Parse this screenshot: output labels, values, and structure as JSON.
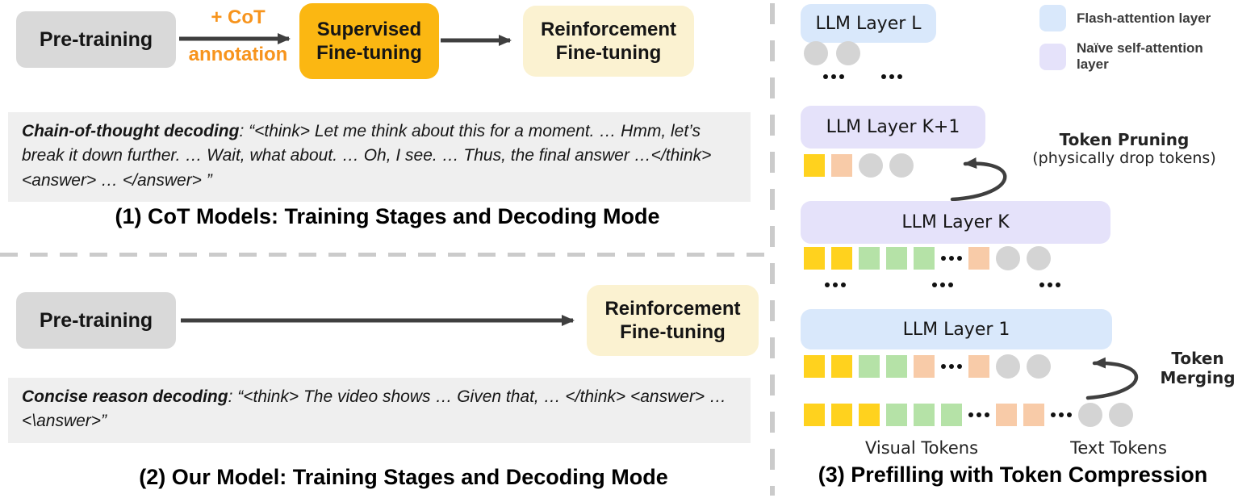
{
  "left_panel": {
    "top_flow": {
      "pretraining": "Pre-training",
      "arrow_label_top": "+ CoT",
      "arrow_label_bottom": "annotation",
      "sft": "Supervised Fine-tuning",
      "rft": "Reinforcement Fine-tuning"
    },
    "cot_decoding": {
      "label": "Chain-of-thought decoding",
      "text": ": “<think> Let me think about this for a moment. … Hmm, let’s break it down further. … Wait, what about. … Oh, I see. … Thus, the final answer …</think> <answer> … </answer> ”"
    },
    "caption1": "(1) CoT Models: Training Stages and Decoding Mode",
    "bottom_flow": {
      "pretraining": "Pre-training",
      "rft": "Reinforcement Fine-tuning"
    },
    "concise_decoding": {
      "label": "Concise reason decoding",
      "text": ": “<think> The video shows … Given that, … </think> <answer> … <\\answer>”"
    },
    "caption2": "(2) Our Model: Training Stages and Decoding Mode"
  },
  "right_panel": {
    "layers": {
      "layer_L": "LLM Layer L",
      "layer_K1": "LLM Layer K+1",
      "layer_K": "LLM Layer K",
      "layer_1": "LLM Layer 1"
    },
    "legend": [
      {
        "label": "Flash-attention layer",
        "color": "#D9E8FB"
      },
      {
        "label": "Naïve self-attention layer",
        "color": "#E5E2FA"
      }
    ],
    "annotations": {
      "pruning_title": "Token Pruning",
      "pruning_sub": "(physically drop tokens)",
      "merging_line1": "Token",
      "merging_line2": "Merging"
    },
    "token_rows": {
      "layer_L_out": [
        "circle",
        "circle"
      ],
      "dots_top": [
        "dots",
        "dots"
      ],
      "layer_K1_out": [
        "yellow",
        "peach",
        "circle",
        "circle"
      ],
      "layer_K_out": [
        "yellow",
        "yellow",
        "green",
        "green",
        "green",
        "dots",
        "peach",
        "circle",
        "circle"
      ],
      "dots_mid": [
        "dots",
        "dots",
        "dots"
      ],
      "layer_1_out": [
        "yellow",
        "yellow",
        "green",
        "green",
        "peach",
        "dots",
        "peach",
        "circle",
        "circle"
      ],
      "input": [
        "yellow",
        "yellow",
        "yellow",
        "green",
        "green",
        "green",
        "dots",
        "peach",
        "peach",
        "dots",
        "circle",
        "circle"
      ]
    },
    "token_labels": {
      "visual": "Visual Tokens",
      "text": "Text Tokens"
    },
    "caption3": "(3) Prefilling with Token Compression"
  },
  "colors": {
    "stage_gray": "#D9D9D9",
    "sft_gold": "#FBB712",
    "rft_cream": "#FBF2D1",
    "annotation_orange": "#F7941D",
    "quote_background": "#EFEFEF",
    "arrow_dark": "#3F3F3F",
    "divider_gray": "#CBCBCB",
    "flash_layer_blue": "#D9E8FB",
    "naive_layer_lavender": "#E5E2FA",
    "token_yellow": "#FFD21E",
    "token_green": "#B5E2A7",
    "token_peach": "#F8CBA8",
    "token_circle_gray": "#D4D4D4"
  }
}
